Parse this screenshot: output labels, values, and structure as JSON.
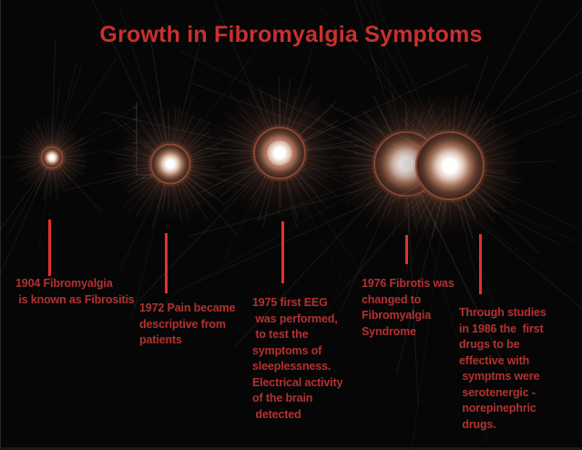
{
  "title": "Growth in Fibromyalgia Symptoms",
  "colors": {
    "background": "#060606",
    "title_red": "#c9302e",
    "text_red": "#b23230",
    "connector_red": "#e5302c",
    "orb_ring_brown": "#8a4a31",
    "orb_core_white": "#ffffff",
    "ray_gray": "#9a9a9a"
  },
  "milestones": [
    {
      "year": "1904",
      "text": "1904 Fibromyalgia\n is known as Fibrositis"
    },
    {
      "year": "1972",
      "text": "1972 Pain became\ndescriptive from\npatients"
    },
    {
      "year": "1975",
      "text": "1975 first EEG\n was performed,\n to test the\nsymptoms of\nsleeplessness.\nElectrical activity\nof the brain\n detected"
    },
    {
      "year": "1976",
      "text": "1976 Fibrotis was\nchanged to\nFibromyalgia\nSyndrome"
    },
    {
      "year": "1986",
      "text": "Through studies\nin 1986 the  first\ndrugs to be\neffective with\n symptms were\n serotenergic -\n norepinephric\n drugs."
    }
  ]
}
